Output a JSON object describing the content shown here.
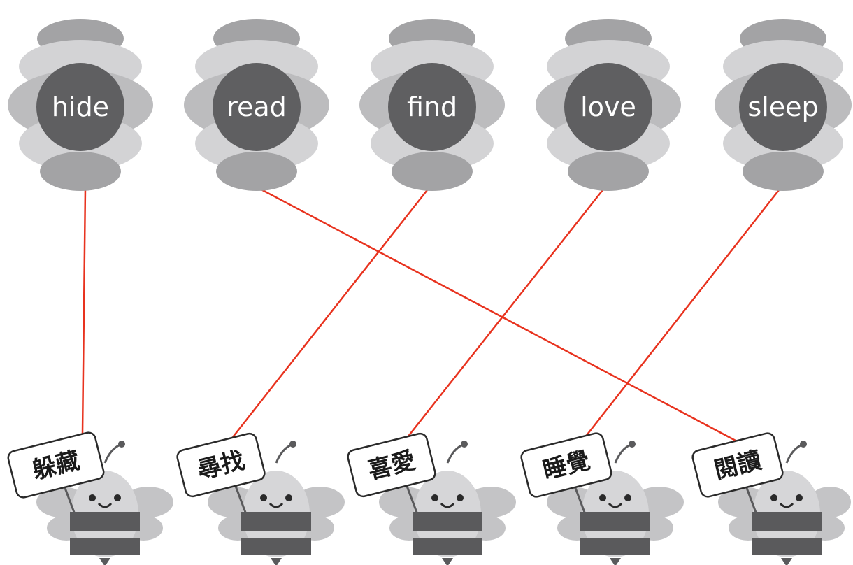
{
  "hives": [
    {
      "id": "hide",
      "word": "hide"
    },
    {
      "id": "read",
      "word": "read"
    },
    {
      "id": "find",
      "word": "find"
    },
    {
      "id": "love",
      "word": "love"
    },
    {
      "id": "sleep",
      "word": "sleep"
    }
  ],
  "bees": [
    {
      "id": "bee-1",
      "sign": "躲藏"
    },
    {
      "id": "bee-2",
      "sign": "尋找"
    },
    {
      "id": "bee-3",
      "sign": "喜愛"
    },
    {
      "id": "bee-4",
      "sign": "睡覺"
    },
    {
      "id": "bee-5",
      "sign": "閱讀"
    }
  ],
  "matches": [
    {
      "hive": "hide",
      "bee": "bee-1"
    },
    {
      "hive": "read",
      "bee": "bee-5"
    },
    {
      "hive": "find",
      "bee": "bee-2"
    },
    {
      "hive": "love",
      "bee": "bee-3"
    },
    {
      "hive": "sleep",
      "bee": "bee-4"
    }
  ],
  "colors": {
    "line": "#e8321e",
    "hive_dark": "#a3a3a5",
    "hive_mid": "#bcbcbe",
    "hive_light": "#d3d3d5",
    "word_circle": "#5f5f61",
    "bee_stripe": "#5a5a5c",
    "bee_body": "#d6d6d8",
    "wing": "#c4c4c6"
  }
}
